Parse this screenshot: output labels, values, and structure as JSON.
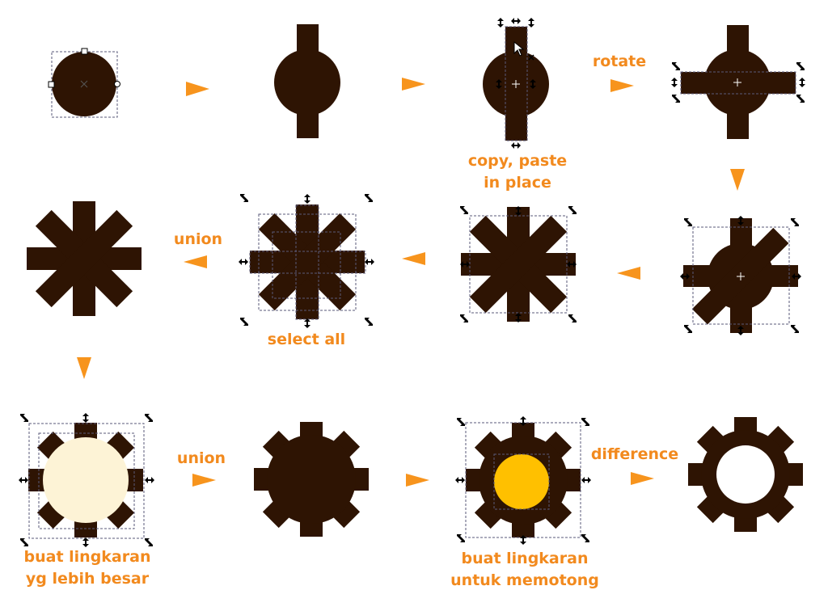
{
  "labels": {
    "copy_paste_1": "copy, paste",
    "copy_paste_2": "in place",
    "rotate": "rotate",
    "union_top": "union",
    "select_all": "select all",
    "union_bottom": "union",
    "difference": "difference",
    "bigger_circle_1": "buat lingkaran",
    "bigger_circle_2": "yg lebih besar",
    "cut_circle_1": "buat lingkaran",
    "cut_circle_2": "untuk memotong"
  },
  "colors": {
    "shape": "#2e1403",
    "label": "#f28a1e",
    "arrow": "#f7941d",
    "big_circle": "#fdf3d6",
    "cut_circle": "#ffc000"
  }
}
